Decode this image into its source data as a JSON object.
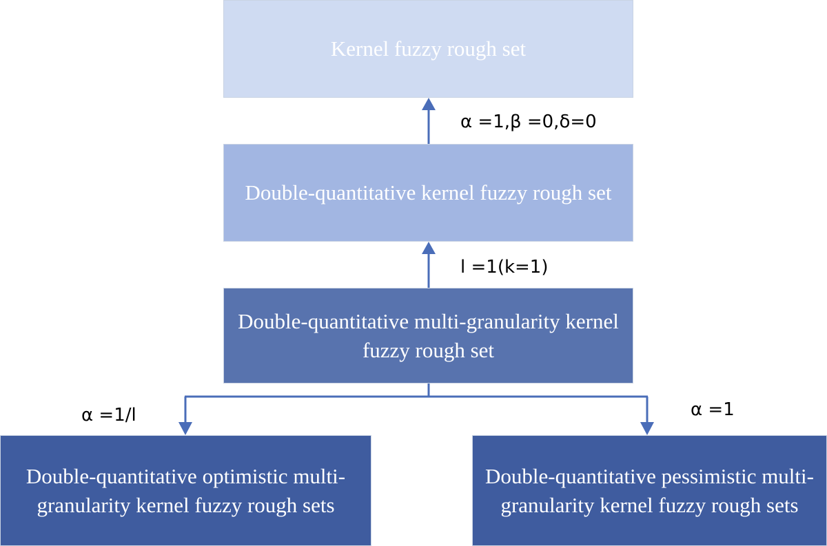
{
  "nodes": [
    {
      "id": "box-1",
      "label": "Kernel fuzzy rough set",
      "color": "#cfdbf2"
    },
    {
      "id": "box-2",
      "label": "Double-quantitative kernel fuzzy rough set",
      "color": "#a2b6e2"
    },
    {
      "id": "box-3",
      "label": "Double-quantitative multi-granularity kernel fuzzy rough set",
      "color": "#5873ae"
    },
    {
      "id": "box-4",
      "label": "Double-quantitative optimistic multi-granularity kernel fuzzy rough sets",
      "color": "#3f5c9f"
    },
    {
      "id": "box-5",
      "label": "Double-quantitative pessimistic multi-granularity kernel fuzzy rough sets",
      "color": "#3f5c9f"
    }
  ],
  "edges": [
    {
      "from": "box-2",
      "to": "box-1",
      "label": "α =1,β =0,δ=0"
    },
    {
      "from": "box-3",
      "to": "box-2",
      "label": "l =1(k=1)"
    },
    {
      "from": "box-3",
      "to": "box-4",
      "label": "α =1/l"
    },
    {
      "from": "box-3",
      "to": "box-5",
      "label": "α =1"
    }
  ],
  "arrow_color": "#4a6db8"
}
